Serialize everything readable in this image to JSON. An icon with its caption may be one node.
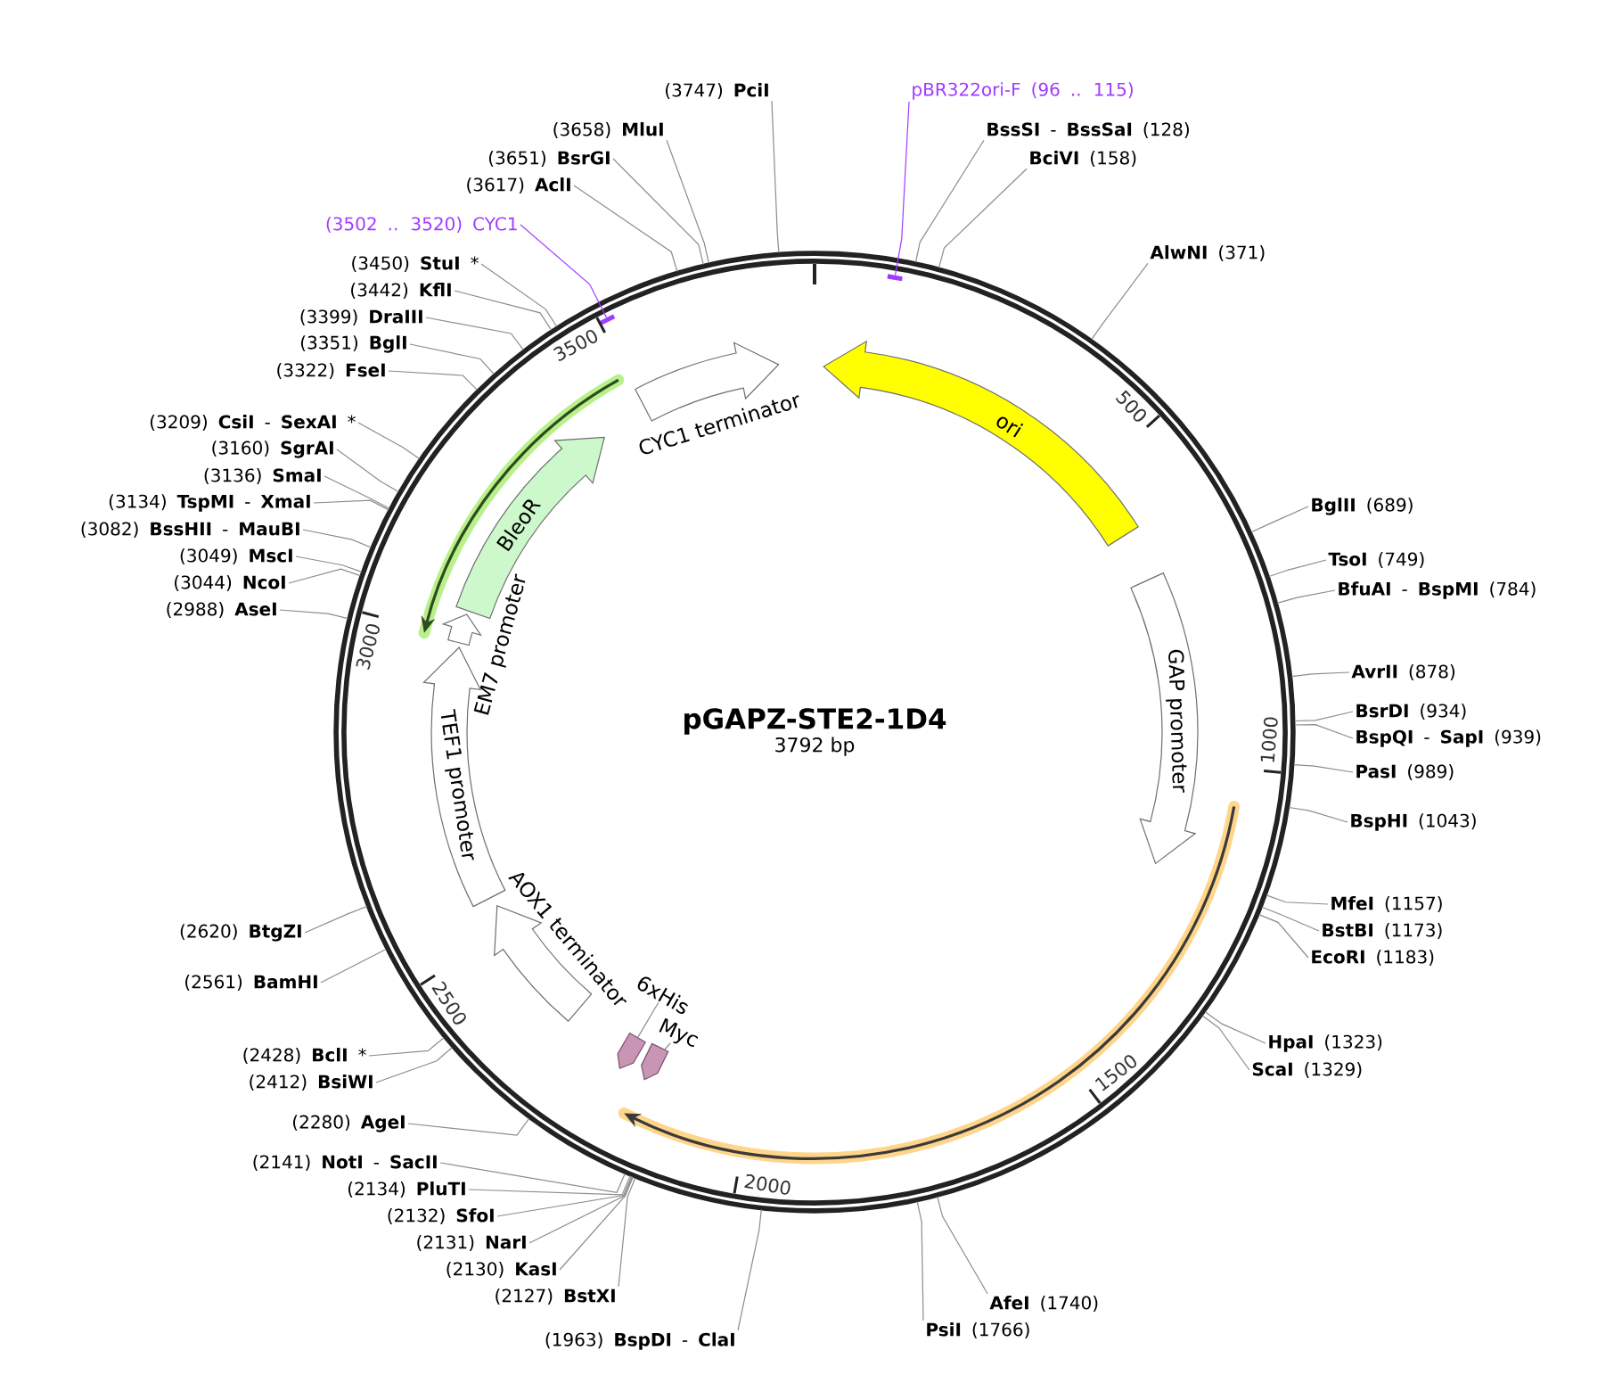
{
  "diagram": {
    "nodes": [
      {
        "text": [
          "pGAPZ-STE2-1D4",
          "3792 bp"
        ]
      },
      {
        "text": [
          "ori"
        ],
        "in": 0
      },
      {
        "text": [
          "GAP promoter"
        ],
        "in": 0
      },
      {
        "text": [
          "BleoR"
        ],
        "in": 0
      },
      {
        "text": [
          "CYC1 terminator"
        ],
        "in": 0
      },
      {
        "text": [
          "EM7 promoter"
        ],
        "in": 0
      },
      {
        "text": [
          "TEF1 promoter"
        ],
        "in": 0
      },
      {
        "text": [
          "AOX1 terminator"
        ],
        "in": 0
      },
      {
        "text": [
          "6xHis"
        ],
        "in": 0
      },
      {
        "text": [],
        "shape": "arrow",
        "in": 0
      },
      {
        "text": [
          "Myc"
        ],
        "in": 0
      },
      {
        "text": [],
        "shape": "arrow",
        "in": 0
      },
      {
        "text": [],
        "shape": "bar",
        "in": 0
      },
      {
        "text": [],
        "shape": "bar",
        "in": 0
      },
      {
        "text": [
          "pBR322ori-F (96 .. 115)"
        ]
      },
      {
        "text": [
          "**BssSI** - **BssSaI** (128)"
        ]
      },
      {
        "text": [
          "**BciVI** (158)"
        ]
      },
      {
        "text": [
          "**AlwNI** (371)"
        ]
      },
      {
        "text": [
          "**BglII** (689)"
        ]
      },
      {
        "text": [
          "**TsoI** (749)"
        ]
      },
      {
        "text": [
          "**BfuAI** - **BspMI** (784)"
        ]
      },
      {
        "text": [
          "**AvrII** (878)"
        ]
      },
      {
        "text": [
          "**BsrDI** (934)"
        ]
      },
      {
        "text": [
          "**BspQI** - **SapI** (939)"
        ]
      },
      {
        "text": [
          "**PasI** (989)"
        ]
      },
      {
        "text": [
          "**BspHI** (1043)"
        ]
      },
      {
        "text": [
          "**MfeI** (1157)"
        ]
      },
      {
        "text": [
          "**BstBI** (1173)"
        ]
      },
      {
        "text": [
          "**EcoRI** (1183)"
        ]
      },
      {
        "text": [
          "**HpaI** (1323)"
        ]
      },
      {
        "text": [
          "**ScaI** (1329)"
        ]
      },
      {
        "text": [
          "**AfeI** (1740)"
        ]
      },
      {
        "text": [
          "**PsiI** (1766)"
        ]
      },
      {
        "text": [
          "(1963) **BspDI** - **ClaI**"
        ]
      },
      {
        "text": [
          "(2127) **BstXI**"
        ]
      },
      {
        "text": [
          "(2130) **KasI**"
        ]
      },
      {
        "text": [
          "(2131) **NarI**"
        ]
      },
      {
        "text": [
          "(2132) **SfoI**"
        ]
      },
      {
        "text": [
          "(2134) **PluTI**"
        ]
      },
      {
        "text": [
          "(2141) **NotI** - **SacII**"
        ]
      },
      {
        "text": [
          "(2280) **AgeI**"
        ]
      },
      {
        "text": [
          "(2412) **BsiWI**"
        ]
      },
      {
        "text": [
          "(2428) **BclI** *"
        ]
      },
      {
        "text": [
          "(2561) **BamHI**"
        ]
      },
      {
        "text": [
          "(2620) **BtgZI**"
        ]
      },
      {
        "text": [
          "(2988) **AseI**"
        ]
      },
      {
        "text": [
          "(3044) **NcoI**"
        ]
      },
      {
        "text": [
          "(3049) **MscI**"
        ]
      },
      {
        "text": [
          "(3082) **BssHII** - **MauBI**"
        ]
      },
      {
        "text": [
          "(3134) **TspMI** - **XmaI**"
        ]
      },
      {
        "text": [
          "(3136) **SmaI**"
        ]
      },
      {
        "text": [
          "(3160) **SgrAI**"
        ]
      },
      {
        "text": [
          "(3209) **CsiI** - **SexAI** *"
        ]
      },
      {
        "text": [
          "(3322) **FseI**"
        ]
      },
      {
        "text": [
          "(3351) **BglI**"
        ]
      },
      {
        "text": [
          "(3399) **DraIII**"
        ]
      },
      {
        "text": [
          "(3442) **KflI**"
        ]
      },
      {
        "text": [
          "(3450) **StuI** *"
        ]
      },
      {
        "text": [
          "(3502 .. 3520) CYC1"
        ]
      },
      {
        "text": [
          "(3617) **AclI**"
        ]
      },
      {
        "text": [
          "(3651) **BsrGI**"
        ]
      },
      {
        "text": [
          "(3658) **MluI**"
        ]
      },
      {
        "text": [
          "(3747) **PciI**"
        ]
      }
    ],
    "edges": [
      {
        "from": 14,
        "to": 12,
        "arrow": "none",
        "color": "#a03cff"
      },
      {
        "from": 15,
        "to": 0,
        "arrow": "none"
      },
      {
        "from": 16,
        "to": 0,
        "arrow": "none"
      },
      {
        "from": 17,
        "to": 0,
        "arrow": "none"
      },
      {
        "from": 18,
        "to": 0,
        "arrow": "none"
      },
      {
        "from": 19,
        "to": 0,
        "arrow": "none"
      },
      {
        "from": 20,
        "to": 0,
        "arrow": "none"
      },
      {
        "from": 21,
        "to": 0,
        "arrow": "none"
      },
      {
        "from": 22,
        "to": 0,
        "arrow": "none"
      },
      {
        "from": 23,
        "to": 0,
        "arrow": "none"
      },
      {
        "from": 24,
        "to": 0,
        "arrow": "none"
      },
      {
        "from": 25,
        "to": 0,
        "arrow": "none"
      },
      {
        "from": 26,
        "to": 0,
        "arrow": "none"
      },
      {
        "from": 27,
        "to": 0,
        "arrow": "none"
      },
      {
        "from": 28,
        "to": 0,
        "arrow": "none"
      },
      {
        "from": 29,
        "to": 0,
        "arrow": "none"
      },
      {
        "from": 30,
        "to": 0,
        "arrow": "none"
      },
      {
        "from": 31,
        "to": 0,
        "arrow": "none"
      },
      {
        "from": 32,
        "to": 0,
        "arrow": "none"
      },
      {
        "from": 33,
        "to": 0,
        "arrow": "none"
      },
      {
        "from": 34,
        "to": 0,
        "arrow": "none"
      },
      {
        "from": 35,
        "to": 0,
        "arrow": "none"
      },
      {
        "from": 36,
        "to": 0,
        "arrow": "none"
      },
      {
        "from": 37,
        "to": 0,
        "arrow": "none"
      },
      {
        "from": 38,
        "to": 0,
        "arrow": "none"
      },
      {
        "from": 39,
        "to": 0,
        "arrow": "none"
      },
      {
        "from": 40,
        "to": 0,
        "arrow": "none"
      },
      {
        "from": 41,
        "to": 0,
        "arrow": "none"
      },
      {
        "from": 42,
        "to": 0,
        "arrow": "none"
      },
      {
        "from": 43,
        "to": 0,
        "arrow": "none"
      },
      {
        "from": 44,
        "to": 0,
        "arrow": "none"
      },
      {
        "from": 45,
        "to": 0,
        "arrow": "none"
      },
      {
        "from": 46,
        "to": 0,
        "arrow": "none"
      },
      {
        "from": 47,
        "to": 0,
        "arrow": "none"
      },
      {
        "from": 48,
        "to": 0,
        "arrow": "none"
      },
      {
        "from": 49,
        "to": 0,
        "arrow": "none"
      },
      {
        "from": 50,
        "to": 0,
        "arrow": "none"
      },
      {
        "from": 51,
        "to": 0,
        "arrow": "none"
      },
      {
        "from": 52,
        "to": 0,
        "arrow": "none"
      },
      {
        "from": 53,
        "to": 0,
        "arrow": "none"
      },
      {
        "from": 54,
        "to": 0,
        "arrow": "none"
      },
      {
        "from": 55,
        "to": 0,
        "arrow": "none"
      },
      {
        "from": 56,
        "to": 0,
        "arrow": "none"
      },
      {
        "from": 57,
        "to": 0,
        "arrow": "none"
      },
      {
        "from": 58,
        "to": 13,
        "arrow": "none",
        "color": "#a03cff"
      },
      {
        "from": 59,
        "to": 0,
        "arrow": "none"
      },
      {
        "from": 60,
        "to": 0,
        "arrow": "none"
      },
      {
        "from": 61,
        "to": 0,
        "arrow": "none"
      },
      {
        "from": 62,
        "to": 0,
        "arrow": "none"
      },
      {
        "from": 8,
        "to": 9,
        "arrow": "none"
      },
      {
        "from": 10,
        "to": 11,
        "arrow": "none"
      }
    ],
    "labels": [
      "500",
      "1000",
      "1500",
      "2000",
      "2500",
      "3000",
      "3500"
    ]
  }
}
